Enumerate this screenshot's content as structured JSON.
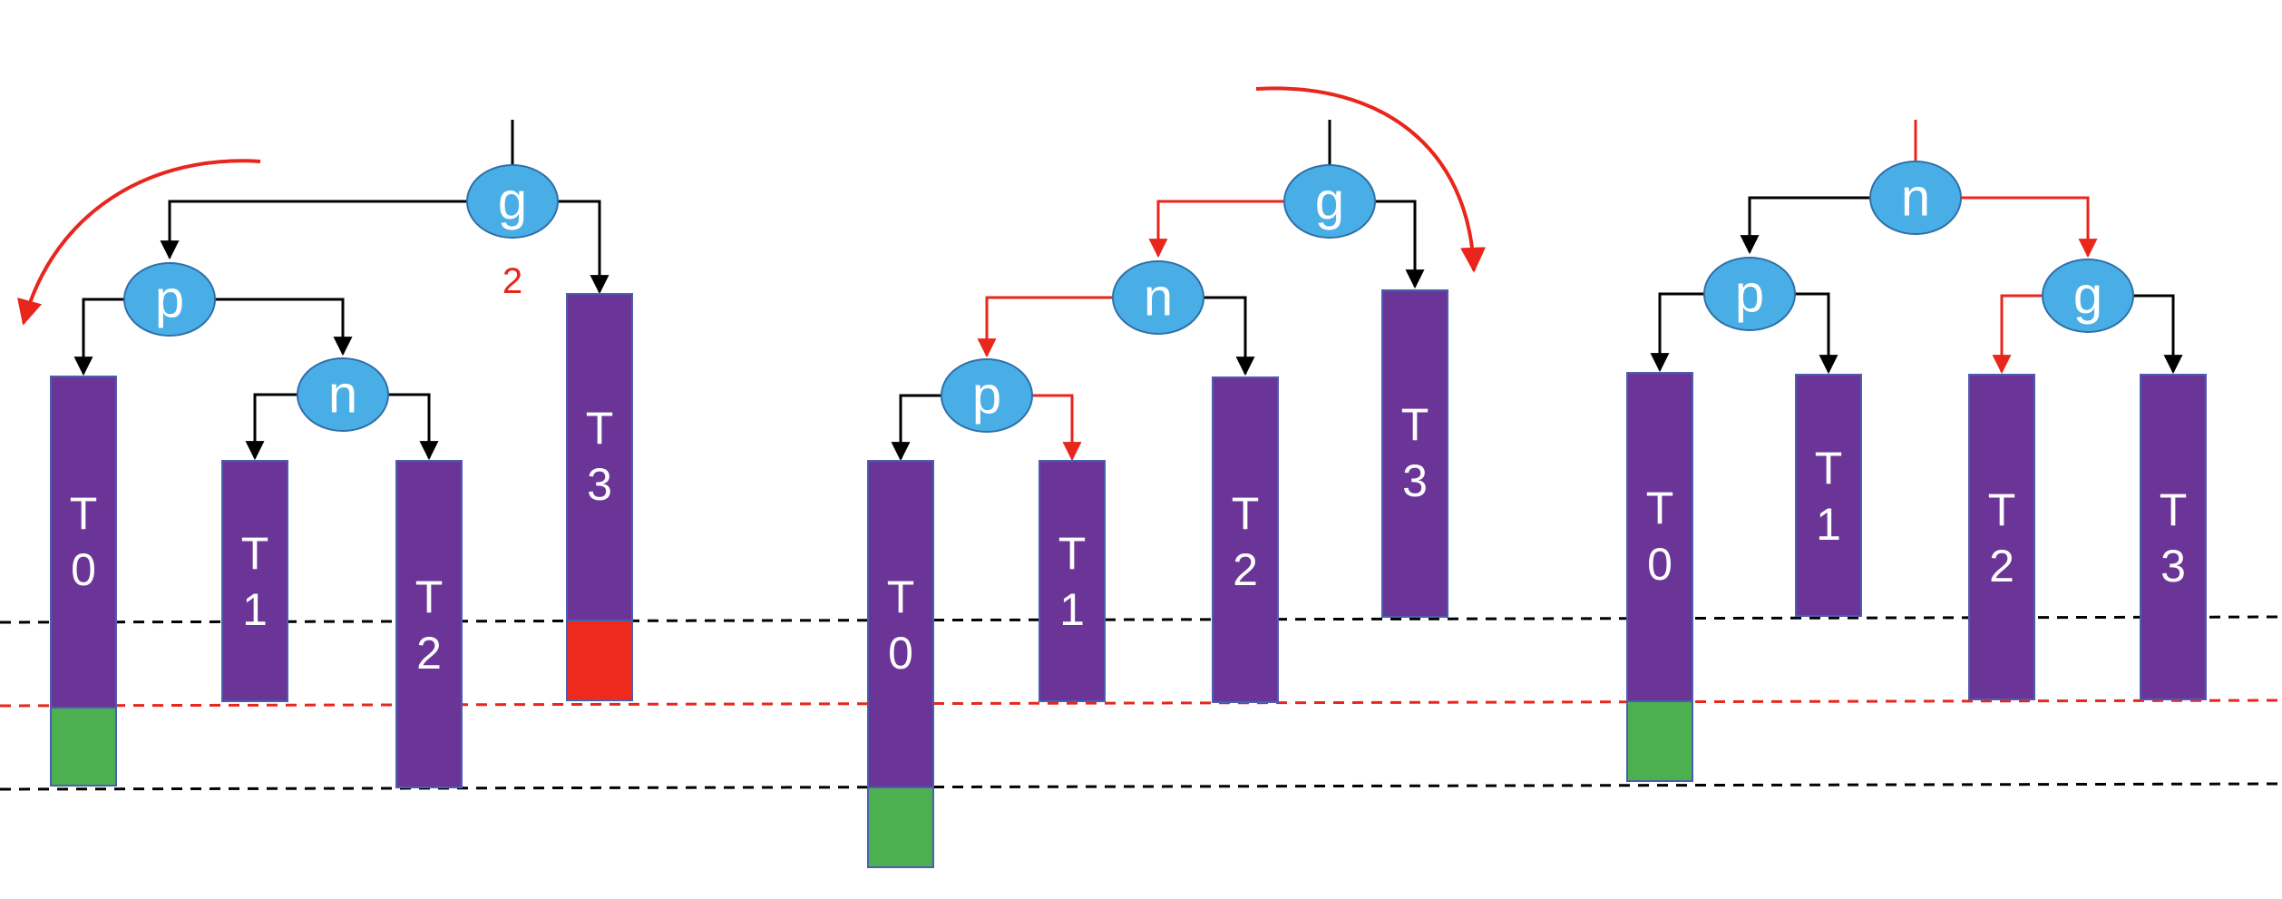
{
  "colors": {
    "node_fill": "#4aaee6",
    "node_stroke": "#2f6fa8",
    "subtree_fill": "#6a3596",
    "subtree_stroke": "#4a5fb0",
    "green_block": "#4caf50",
    "red_block": "#ee2a1f",
    "edge_black": "#000000",
    "edge_red": "#e8261c",
    "dashed_black": "#000000",
    "dashed_red": "#e8261c"
  },
  "diagrams": [
    {
      "name": "before-rotation",
      "nodes": [
        {
          "id": "g",
          "label": "g"
        },
        {
          "id": "p",
          "label": "p"
        },
        {
          "id": "n",
          "label": "n"
        }
      ],
      "subtrees": [
        {
          "id": "T0",
          "l1": "T",
          "l2": "0"
        },
        {
          "id": "T1",
          "l1": "T",
          "l2": "1"
        },
        {
          "id": "T2",
          "l1": "T",
          "l2": "2"
        },
        {
          "id": "T3",
          "l1": "T",
          "l2": "3"
        }
      ],
      "annotation": "2"
    },
    {
      "name": "after-left-rotation",
      "nodes": [
        {
          "id": "g",
          "label": "g"
        },
        {
          "id": "n",
          "label": "n"
        },
        {
          "id": "p",
          "label": "p"
        }
      ],
      "subtrees": [
        {
          "id": "T0",
          "l1": "T",
          "l2": "0"
        },
        {
          "id": "T1",
          "l1": "T",
          "l2": "1"
        },
        {
          "id": "T2",
          "l1": "T",
          "l2": "2"
        },
        {
          "id": "T3",
          "l1": "T",
          "l2": "3"
        }
      ]
    },
    {
      "name": "after-right-rotation",
      "nodes": [
        {
          "id": "n",
          "label": "n"
        },
        {
          "id": "p",
          "label": "p"
        },
        {
          "id": "g",
          "label": "g"
        }
      ],
      "subtrees": [
        {
          "id": "T0",
          "l1": "T",
          "l2": "0"
        },
        {
          "id": "T1",
          "l1": "T",
          "l2": "1"
        },
        {
          "id": "T2",
          "l1": "T",
          "l2": "2"
        },
        {
          "id": "T3",
          "l1": "T",
          "l2": "3"
        }
      ]
    }
  ]
}
